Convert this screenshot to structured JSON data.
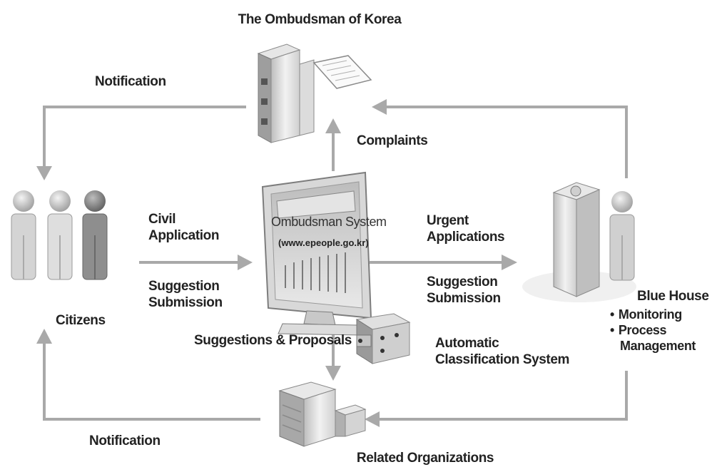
{
  "nodes": {
    "ombudsman": "The Ombudsman of Korea",
    "citizens": "Citizens",
    "system_title": "Ombudsman System",
    "system_url": "(www.epeople.go.kr)",
    "blue_house": "Blue House",
    "related": "Related Organizations",
    "classification": "Automatic\nClassification System"
  },
  "blue_house_roles": [
    "Monitoring",
    "Process",
    "Management"
  ],
  "flows": {
    "notification_top": "Notification",
    "notification_bottom": "Notification",
    "complaints": "Complaints",
    "civil_application": "Civil\nApplication",
    "suggestion_left": "Suggestion\nSubmission",
    "urgent_applications": "Urgent\nApplications",
    "suggestion_right": "Suggestion\nSubmission",
    "suggestions_proposals": "Suggestions & Proposals"
  },
  "colors": {
    "arrow": "#a9a9a9",
    "figure_light": "#d4d4d4",
    "figure_dark": "#8e8e8e",
    "building": "#c8c8c8"
  },
  "icons": [
    "person-icon",
    "building-icon",
    "document-icon",
    "monitor-icon",
    "tower-icon",
    "server-icon"
  ]
}
